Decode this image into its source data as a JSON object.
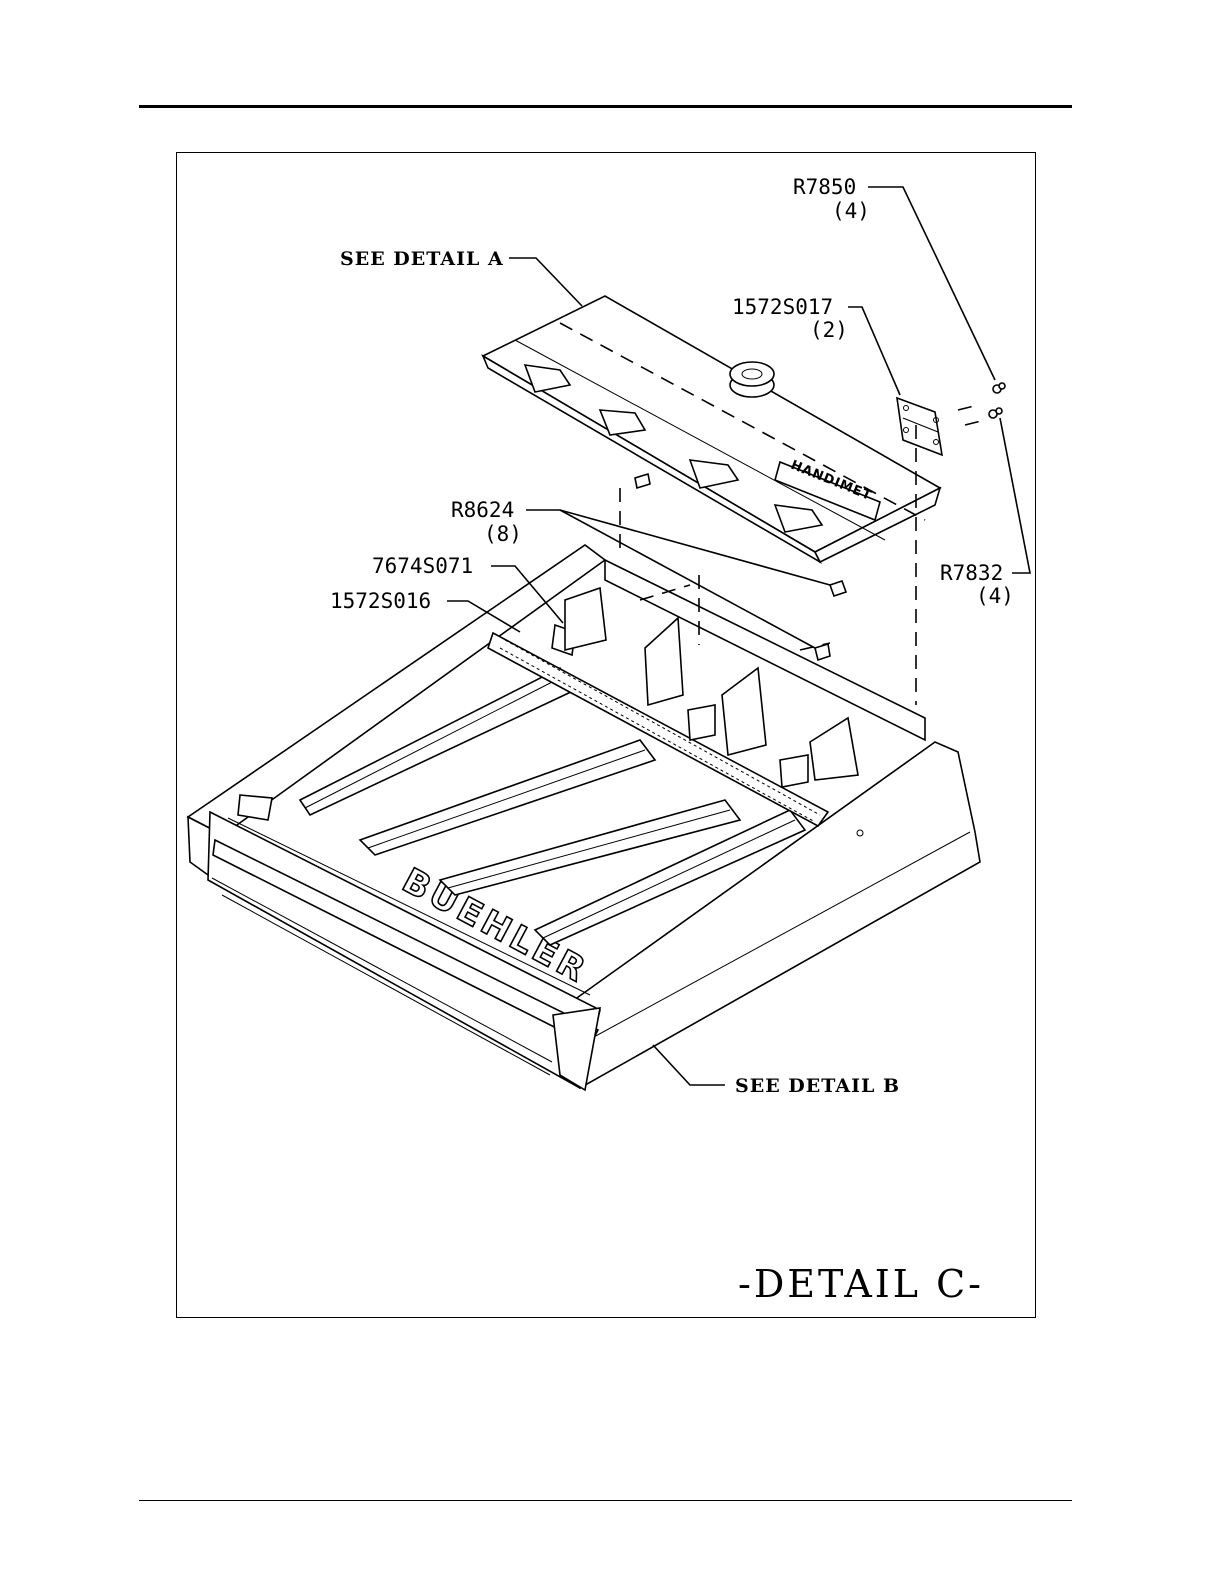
{
  "callouts": {
    "r7850": "R7850",
    "r7850_qty": "(4)",
    "see_detail_a": "SEE DETAIL A",
    "p1572s017": "1572S017",
    "p1572s017_qty": "(2)",
    "r8624": "R8624",
    "r8624_qty": "(8)",
    "p7674s071": "7674S071",
    "p1572s016": "1572S016",
    "r7832": "R7832",
    "r7832_qty": "(4)",
    "see_detail_b": "SEE DETAIL B"
  },
  "product": {
    "brand": "BUEHLER",
    "panel_label": "HANDIMET"
  },
  "title": "-DETAIL C-"
}
